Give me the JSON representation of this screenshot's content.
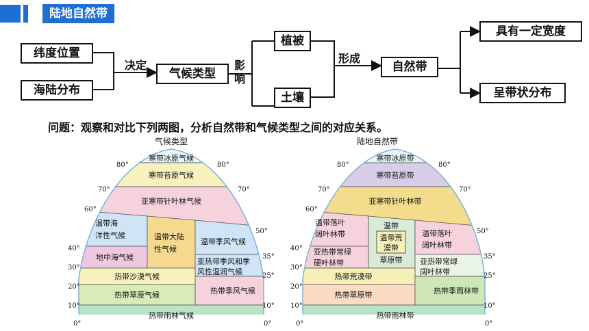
{
  "header": {
    "title": "陆地自然带"
  },
  "flow": {
    "latitude": "纬度位置",
    "land_sea": "海陆分布",
    "determines": "决定",
    "climate_type": "气候类型",
    "influence": "影响",
    "vegetation": "植被",
    "soil": "土壤",
    "forms": "形成",
    "natural_zone": "自然带",
    "has_width": "具有一定宽度",
    "banded": "呈带状分布"
  },
  "question": "问题：观察和对比下列两图，分析自然带和气候类型之间的对应关系。",
  "latitudes": [
    "80°",
    "70°",
    "60°",
    "50°",
    "40°",
    "35°",
    "30°",
    "25°",
    "20°",
    "10°",
    "0°"
  ],
  "climate_map": {
    "title": "气候类型",
    "zones": {
      "ice": "寒带冰原气候",
      "tundra": "寒带苔原气候",
      "subarctic": "亚寒带针叶林气候",
      "maritime_1": "温带海",
      "maritime_2": "洋性气候",
      "mediterranean": "地中海气候",
      "continental_1": "温带大陆",
      "continental_2": "性气候",
      "temp_monsoon": "温带季风气候",
      "subtrop_1": "亚热带季风和季",
      "subtrop_2": "风性湿润气候",
      "trop_desert": "热带沙漠气候",
      "savanna": "热带草原气候",
      "trop_monsoon": "热带季风气候",
      "rainforest": "热带雨林气候"
    }
  },
  "zone_map": {
    "title": "陆地自然带",
    "zones": {
      "ice": "寒带冰原带",
      "tundra": "寒带苔原带",
      "taiga": "亚寒带针叶林带",
      "decid_w_1": "温带落叶",
      "decid_w_2": "阔叶林带",
      "sclero_1": "亚热带常绿",
      "sclero_2": "硬叶林带",
      "grass_top": "温带",
      "desert_mid": "温带荒",
      "desert_mid2": "漠带",
      "grass_bottom": "草原带",
      "decid_e_1": "温带落叶",
      "decid_e_2": "阔叶林带",
      "evergreen_1": "亚热带常绿",
      "evergreen_2": "阔叶林带",
      "trop_desert": "热带荒漠带",
      "savanna": "热带草原带",
      "monsoon_forest": "热带季雨林带",
      "rainforest": "热带雨林带"
    }
  },
  "colors": {
    "accent": "#1e6fd1",
    "ice": "#eaf6fb",
    "tundra": "#f7f2bd",
    "subarctic": "#f6d3dc",
    "maritime": "#cfe4f6",
    "mediterranean": "#eec8e0",
    "continental": "#f5d98e",
    "desert": "#f7f2bd",
    "savanna": "#d9ecb7",
    "rainforest": "#b9e3c6",
    "zone_tundra": "#d7cde8",
    "zone_taiga": "#f3dc8c",
    "zone_steppe": "#d9ead6",
    "zone_desert": "#f6efb8",
    "zone_savanna": "#fbdcc2",
    "zone_monsoon": "#cfe7b6"
  }
}
